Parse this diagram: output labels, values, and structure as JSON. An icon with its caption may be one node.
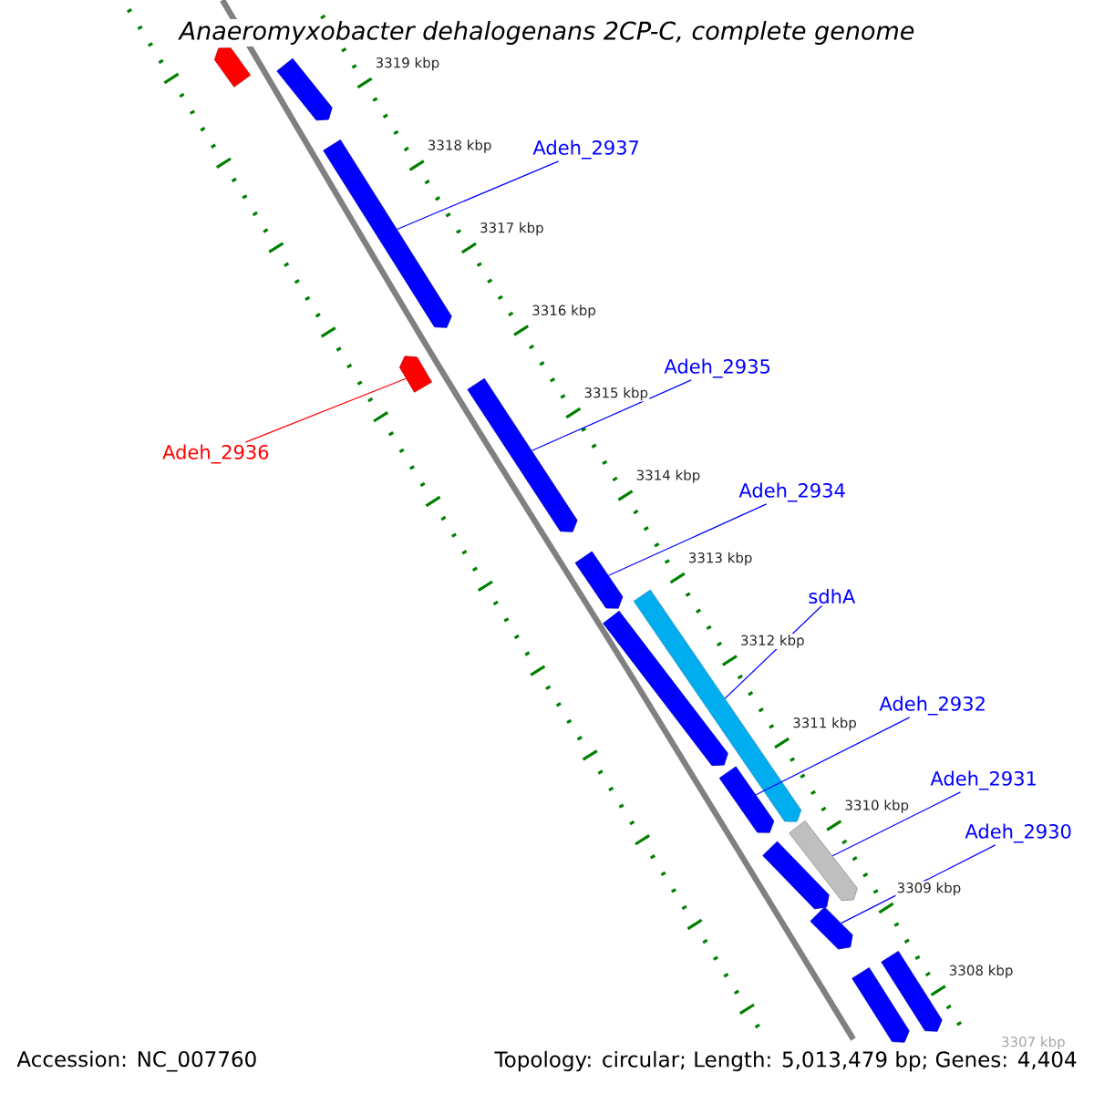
{
  "diagram": {
    "title": "Anaeromyxobacter dehalogenans 2CP-C, complete genome",
    "nodes": [
      {
        "text": [],
        "shape": "arrow"
      },
      {
        "text": [],
        "shape": "arrow"
      },
      {
        "text": [
          "Adeh_2937"
        ]
      },
      {
        "text": [],
        "shape": "arrow"
      },
      {
        "text": [
          "Adeh_2935"
        ]
      },
      {
        "text": [
          "Adeh_2936"
        ]
      },
      {
        "text": [],
        "shape": "arrow"
      },
      {
        "text": [],
        "shape": "arrow"
      },
      {
        "text": [
          "Adeh_2934"
        ]
      },
      {
        "text": [],
        "shape": "arrow"
      },
      {
        "text": [
          "sdhA"
        ]
      },
      {
        "text": [],
        "shape": "arrow"
      },
      {
        "text": [],
        "shape": "arrow"
      },
      {
        "text": [
          "Adeh_2932"
        ]
      },
      {
        "text": [],
        "shape": "arrow"
      },
      {
        "text": [
          "Adeh_2931"
        ]
      },
      {
        "text": [],
        "shape": "arrow"
      },
      {
        "text": [
          "Adeh_2930"
        ]
      },
      {
        "text": [],
        "shape": "arrow"
      },
      {
        "text": [],
        "shape": "arrow"
      },
      {
        "text": [],
        "shape": "arrow"
      },
      {
        "text": [],
        "shape": "arrow"
      }
    ],
    "edges": [
      {
        "from": 2,
        "to": 3,
        "arrow": "none"
      },
      {
        "from": 4,
        "to": 7,
        "arrow": "none"
      },
      {
        "from": 5,
        "to": 6,
        "arrow": "none",
        "color": "#ff0000"
      },
      {
        "from": 8,
        "to": 9,
        "arrow": "none"
      },
      {
        "from": 10,
        "to": 11,
        "arrow": "none"
      },
      {
        "from": 13,
        "to": 14,
        "arrow": "none"
      },
      {
        "from": 15,
        "to": 16,
        "arrow": "none"
      },
      {
        "from": 17,
        "to": 19,
        "arrow": "none"
      }
    ],
    "labels": [
      "3319 kbp",
      "3318 kbp",
      "3317 kbp",
      "3316 kbp",
      "3315 kbp",
      "3314 kbp",
      "3313 kbp",
      "3312 kbp",
      "3311 kbp",
      "3310 kbp",
      "3309 kbp",
      "3308 kbp",
      "3307 kbp",
      "Accession: NC_007760",
      "Topology: circular; Length: 5,013,479 bp; Genes: 4,404"
    ]
  }
}
